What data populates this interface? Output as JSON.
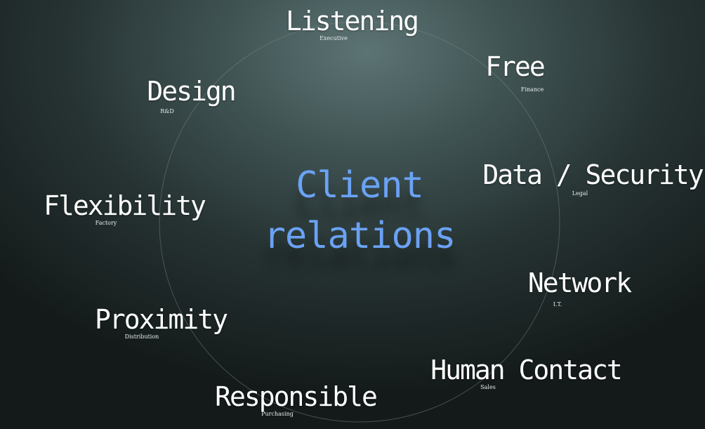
{
  "center": {
    "line1": "Client",
    "line2": "relations"
  },
  "nodes": [
    {
      "id": "listening",
      "title": "Listening",
      "sub": "Executive"
    },
    {
      "id": "free",
      "title": "Free",
      "sub": "Finance"
    },
    {
      "id": "data-security",
      "title": "Data / Security",
      "sub": "Legal"
    },
    {
      "id": "network",
      "title": "Network",
      "sub": "I.T."
    },
    {
      "id": "human-contact",
      "title": "Human Contact",
      "sub": "Sales"
    },
    {
      "id": "responsible",
      "title": "Responsible",
      "sub": "Purchasing"
    },
    {
      "id": "proximity",
      "title": "Proximity",
      "sub": "Distribution"
    },
    {
      "id": "flexibility",
      "title": "Flexibility",
      "sub": "Factory"
    },
    {
      "id": "design",
      "title": "Design",
      "sub": "R&D"
    }
  ],
  "colors": {
    "center_text": "#6aa2f4",
    "node_text": "#ffffff",
    "ring": "#7d8c8c"
  }
}
